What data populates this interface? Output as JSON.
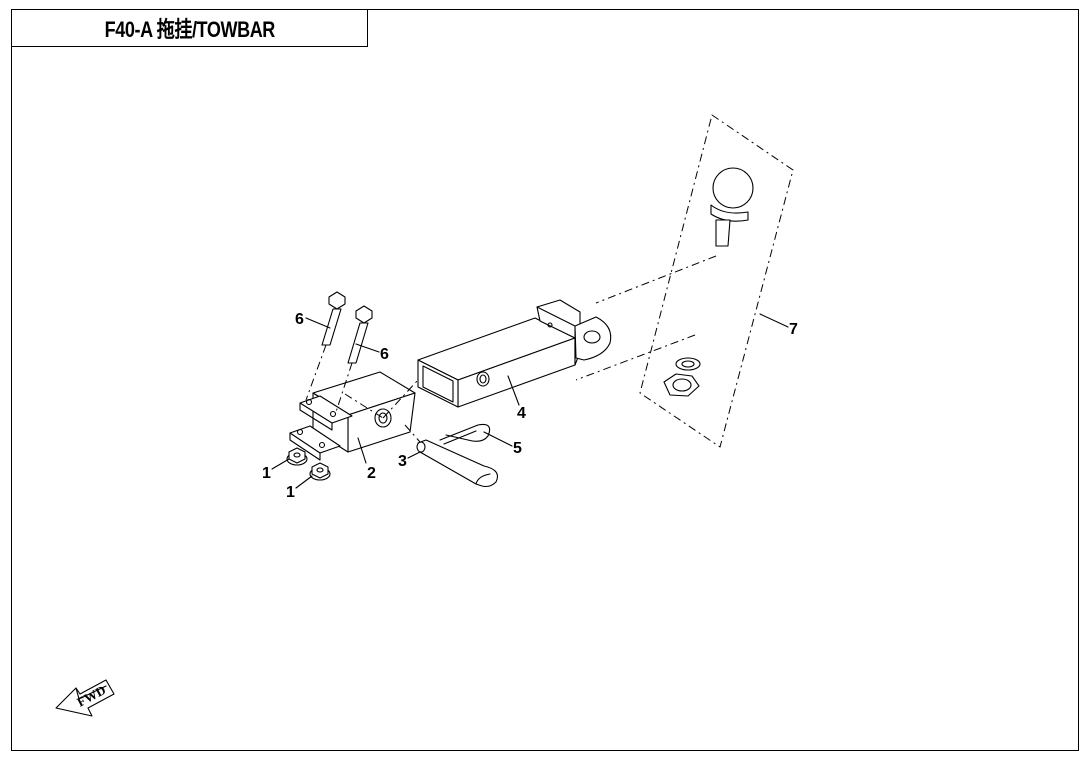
{
  "title": "F40-A 拖挂/TOWBAR",
  "callouts": {
    "c1a": "1",
    "c1b": "1",
    "c2": "2",
    "c3": "3",
    "c4": "4",
    "c5": "5",
    "c6a": "6",
    "c6b": "6",
    "c7": "7"
  },
  "fwd_label": "FWD"
}
